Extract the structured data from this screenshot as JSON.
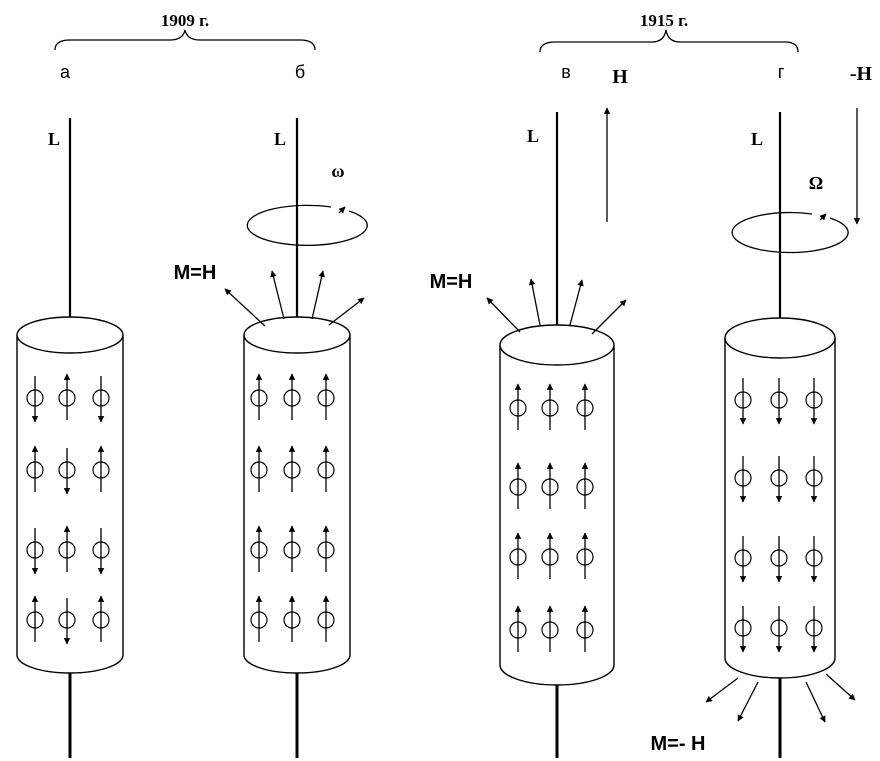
{
  "years": {
    "left": "1909 г.",
    "right": "1915 г."
  },
  "panels": [
    {
      "letter": "а",
      "rod": "L",
      "moments": {
        "rows": [
          [
            "down",
            "up",
            "down"
          ],
          [
            "up",
            "down",
            "up"
          ],
          [
            "down",
            "up",
            "down"
          ],
          [
            "up",
            "down",
            "up"
          ]
        ]
      }
    },
    {
      "letter": "б",
      "rod": "L",
      "rotation": "ω",
      "surface_label": "M=H",
      "moments": {
        "rows": [
          [
            "up",
            "up",
            "up"
          ],
          [
            "up",
            "up",
            "up"
          ],
          [
            "up",
            "up",
            "up"
          ],
          [
            "up",
            "up",
            "up"
          ]
        ]
      }
    },
    {
      "letter": "в",
      "rod": "L",
      "field": "H",
      "surface_label": "M=H",
      "moments": {
        "rows": [
          [
            "up",
            "up",
            "up"
          ],
          [
            "up",
            "up",
            "up"
          ],
          [
            "up",
            "up",
            "up"
          ],
          [
            "up",
            "up",
            "up"
          ]
        ]
      }
    },
    {
      "letter": "г",
      "rod": "L",
      "field": "-H",
      "rotation": "Ω",
      "surface_label": "M=- H",
      "moments": {
        "rows": [
          [
            "down",
            "down",
            "down"
          ],
          [
            "down",
            "down",
            "down"
          ],
          [
            "down",
            "down",
            "down"
          ],
          [
            "down",
            "down",
            "down"
          ]
        ]
      }
    }
  ],
  "colors": {
    "ink": "#000000",
    "paper": "#ffffff"
  }
}
